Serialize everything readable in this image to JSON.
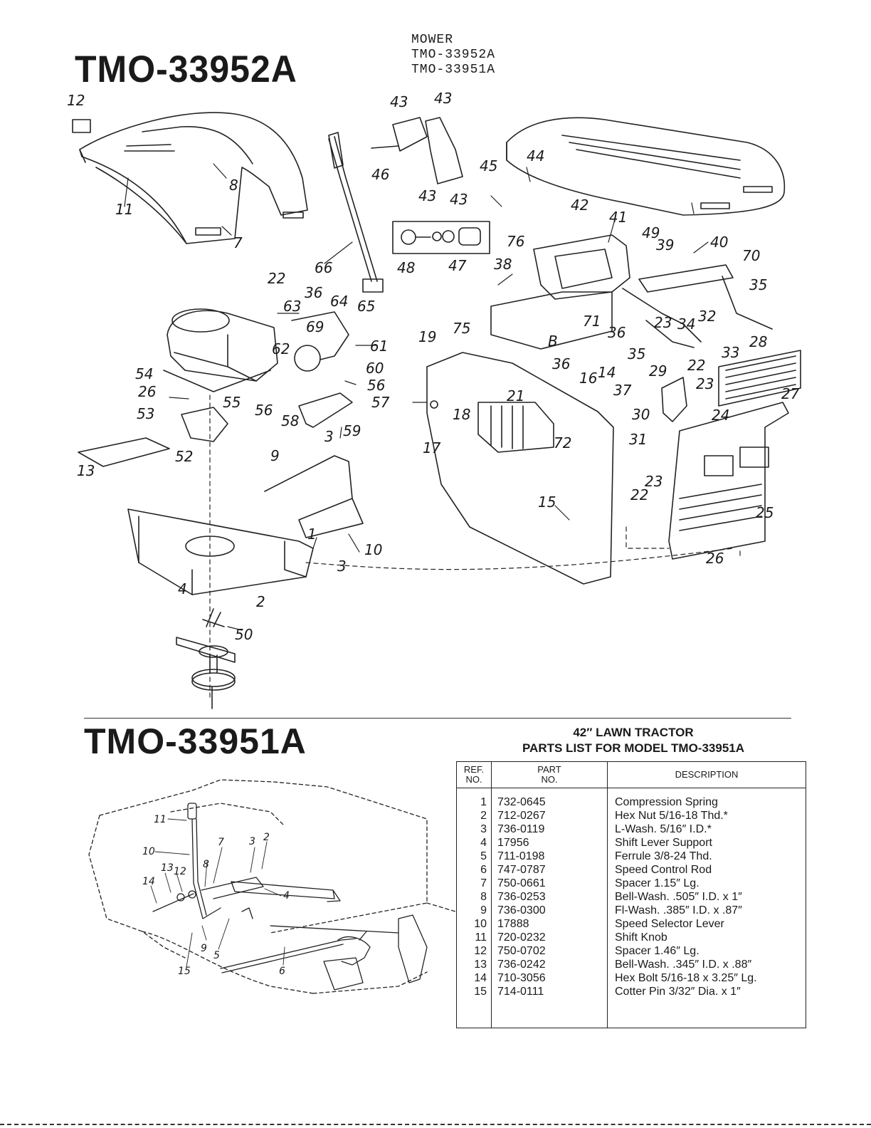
{
  "header": {
    "model_title": "TMO-33952A",
    "mower_heading": [
      "MOWER",
      "TMO-33952A",
      "TMO-33951A"
    ]
  },
  "lower_section": {
    "model_title": "TMO-33951A",
    "list_title_line1": "42″ LAWN TRACTOR",
    "list_title_line2": "PARTS LIST FOR MODEL TMO-33951A"
  },
  "parts_table": {
    "headers": {
      "ref": [
        "REF.",
        "NO."
      ],
      "part": [
        "PART",
        "NO."
      ],
      "desc": "DESCRIPTION"
    },
    "rows": [
      {
        "ref": "1",
        "part": "732-0645",
        "desc": "Compression Spring"
      },
      {
        "ref": "2",
        "part": "712-0267",
        "desc": "Hex Nut 5/16-18 Thd.*"
      },
      {
        "ref": "3",
        "part": "736-0119",
        "desc": "L-Wash. 5/16″ I.D.*"
      },
      {
        "ref": "4",
        "part": "17956",
        "desc": "Shift Lever Support"
      },
      {
        "ref": "5",
        "part": "711-0198",
        "desc": "Ferrule 3/8-24 Thd."
      },
      {
        "ref": "6",
        "part": "747-0787",
        "desc": "Speed Control Rod"
      },
      {
        "ref": "7",
        "part": "750-0661",
        "desc": "Spacer 1.15″ Lg."
      },
      {
        "ref": "8",
        "part": "736-0253",
        "desc": "Bell-Wash. .505″ I.D. x 1″"
      },
      {
        "ref": "9",
        "part": "736-0300",
        "desc": "Fl-Wash. .385″ I.D. x .87″"
      },
      {
        "ref": "10",
        "part": "17888",
        "desc": "Speed Selector Lever"
      },
      {
        "ref": "11",
        "part": "720-0232",
        "desc": "Shift Knob"
      },
      {
        "ref": "12",
        "part": "750-0702",
        "desc": "Spacer 1.46″ Lg."
      },
      {
        "ref": "13",
        "part": "736-0242",
        "desc": "Bell-Wash. .345″ I.D. x .88″"
      },
      {
        "ref": "14",
        "part": "710-3056",
        "desc": "Hex Bolt 5/16-18 x 3.25″ Lg."
      },
      {
        "ref": "15",
        "part": "714-0111",
        "desc": "Cotter Pin 3/32″ Dia. x 1″"
      }
    ]
  },
  "callouts_top": [
    "12",
    "11",
    "8",
    "7",
    "66",
    "43",
    "43",
    "46",
    "43",
    "43",
    "44",
    "45",
    "76",
    "48",
    "47",
    "42",
    "41",
    "49",
    "39",
    "40",
    "70",
    "35",
    "38",
    "22",
    "36",
    "64",
    "65",
    "63",
    "69",
    "62",
    "61",
    "60",
    "56",
    "57",
    "54",
    "26",
    "53",
    "55",
    "56",
    "58",
    "59",
    "3",
    "52",
    "13",
    "9",
    "10",
    "1",
    "3",
    "4",
    "2",
    "50",
    "75",
    "19",
    "36",
    "21",
    "71",
    "B",
    "36",
    "23",
    "34",
    "32",
    "33",
    "35",
    "28",
    "16",
    "14",
    "37",
    "29",
    "22",
    "23",
    "27",
    "18",
    "17",
    "72",
    "30",
    "31",
    "24",
    "15",
    "23",
    "22",
    "25",
    "26"
  ],
  "callouts_bottom": [
    "11",
    "10",
    "13",
    "12",
    "14",
    "7",
    "8",
    "3",
    "2",
    "4",
    "5",
    "9",
    "15",
    "6"
  ]
}
